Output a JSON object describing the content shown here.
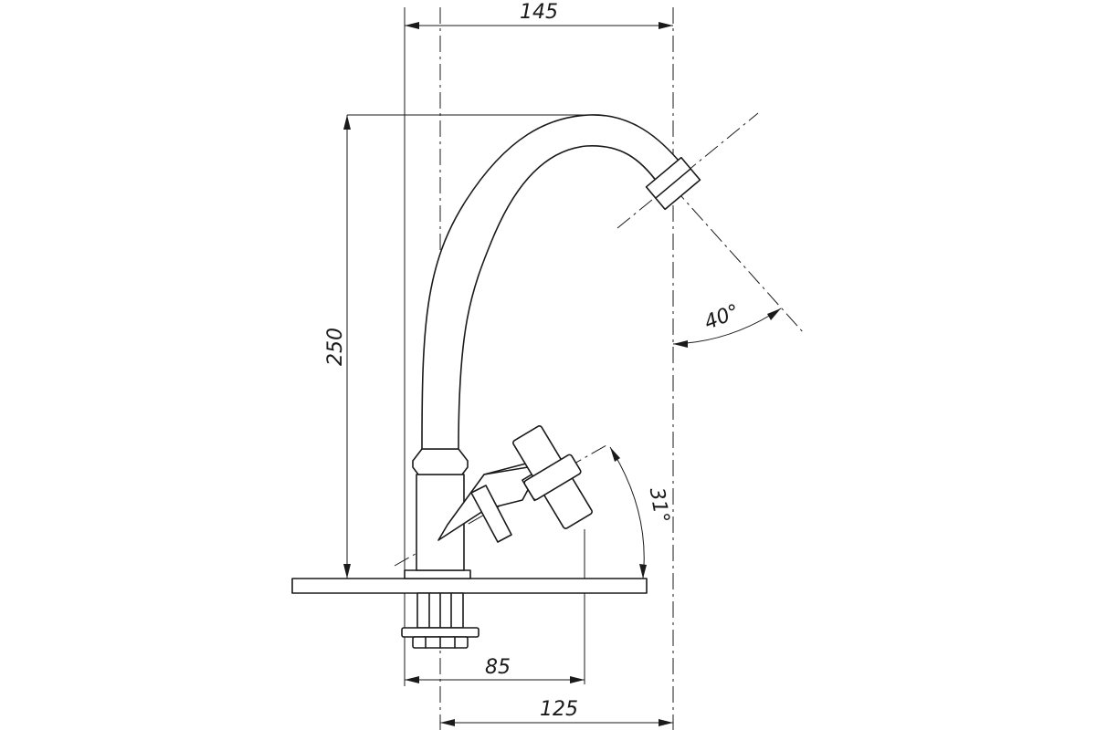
{
  "drawing": {
    "dimensions": {
      "overall_width": "145",
      "height": "250",
      "spout_angle": "40°",
      "handle_angle": "31°",
      "handle_reach": "85",
      "spout_reach": "125"
    }
  }
}
